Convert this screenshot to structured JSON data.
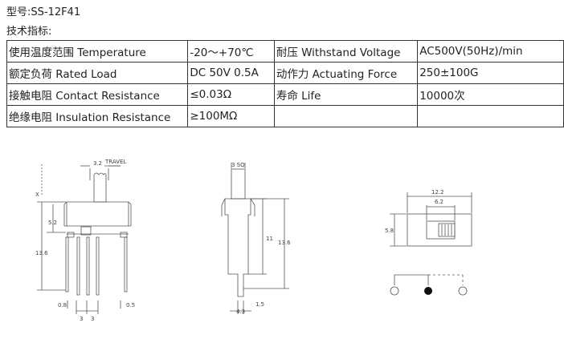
{
  "model_line": "型号:SS-12F41",
  "spec_heading": "技术指标:",
  "specs": [
    [
      "使用温度范围 Temperature",
      "-20～+70℃",
      "耐压 Withstand Voltage",
      "AC500V(50Hz)/min"
    ],
    [
      "额定负荷 Rated Load",
      "DC 50V 0.5A",
      "动作力 Actuating Force",
      "250±100G"
    ],
    [
      "接触电阻 Contact Resistance",
      "≤0.03Ω",
      "寿命 Life",
      "10000次"
    ],
    [
      "绝缘电阻 Insulation Resistance",
      "≥100MΩ",
      "",
      ""
    ]
  ],
  "drawing": {
    "front": {
      "pitch": "3.2",
      "travel": "TRAVEL",
      "x_label": "X",
      "h1": "5.2",
      "h2": "13.6",
      "pin_w": "0.8",
      "pin_t": "0.5",
      "spacing": "3"
    },
    "side": {
      "top": "3 SQ",
      "h1": "11",
      "h2": "13.6",
      "w": "4.3",
      "t": "1.5"
    },
    "layout": {
      "w1": "12.2",
      "w2": "6.2",
      "h": "5.8"
    }
  }
}
